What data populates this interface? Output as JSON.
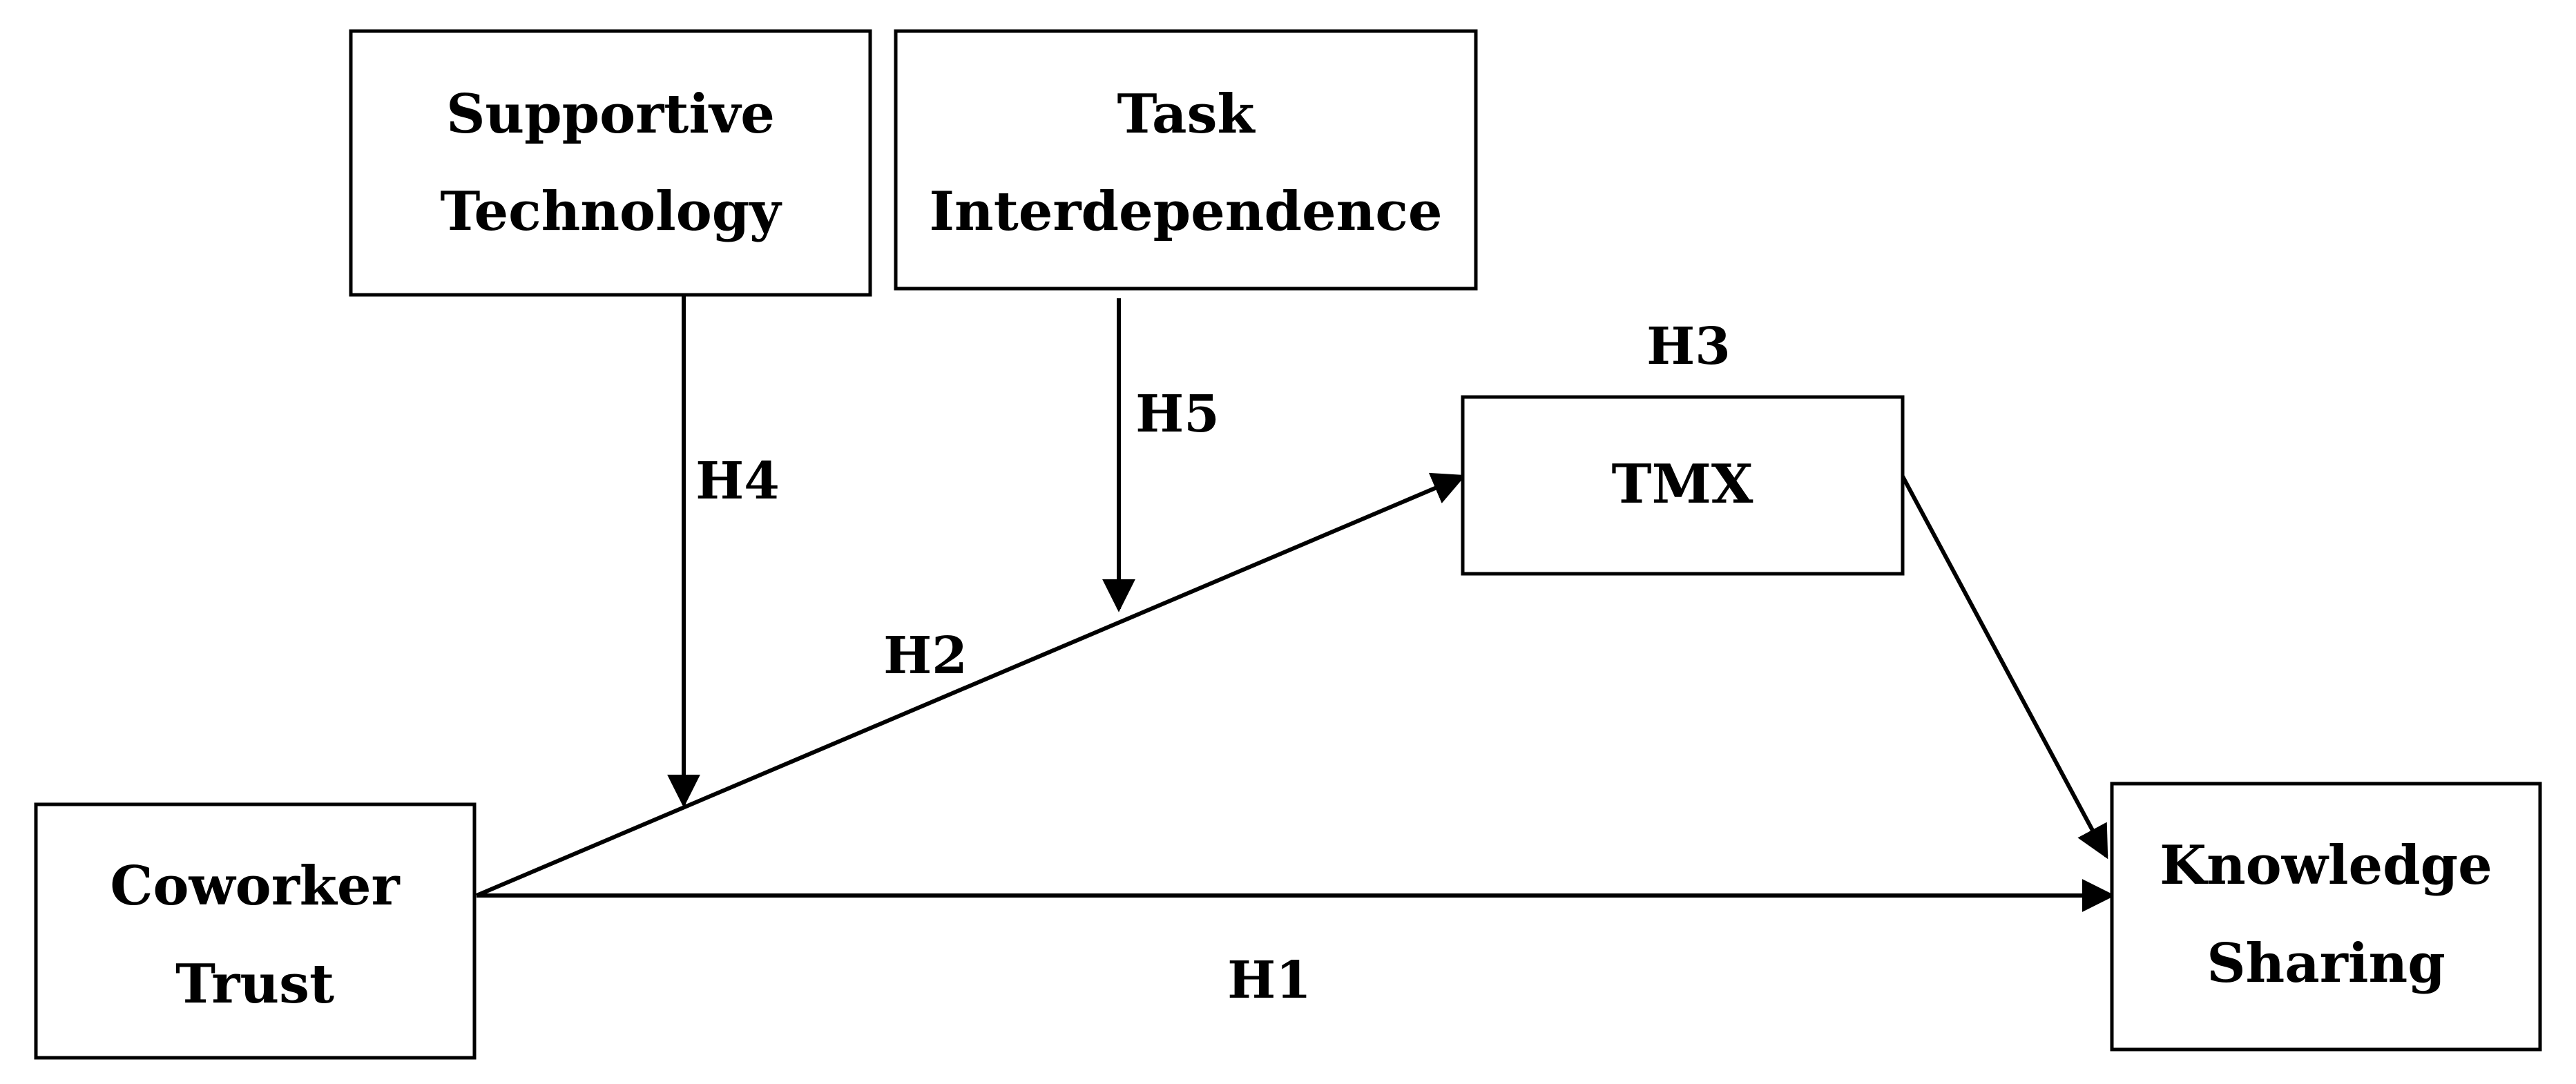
{
  "nodes": {
    "supportive_technology": {
      "line1": "Supportive",
      "line2": "Technology"
    },
    "task_interdependence": {
      "line1": "Task",
      "line2": "Interdependence"
    },
    "tmx": {
      "label": "TMX"
    },
    "coworker_trust": {
      "line1": "Coworker",
      "line2": "Trust"
    },
    "knowledge_sharing": {
      "line1": "Knowledge",
      "line2": "Sharing"
    }
  },
  "hypotheses": {
    "h1": "H1",
    "h2": "H2",
    "h3": "H3",
    "h4": "H4",
    "h5": "H5"
  },
  "colors": {
    "stroke": "#000000",
    "background": "#ffffff"
  }
}
